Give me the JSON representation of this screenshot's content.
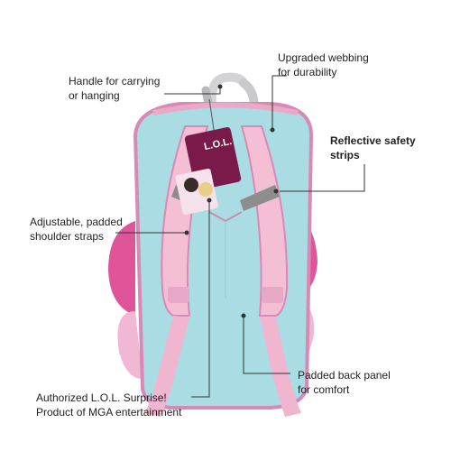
{
  "callouts": {
    "handle": {
      "line1": "Handle for carrying",
      "line2": "or hanging"
    },
    "webbing": {
      "line1": "Upgraded webbing",
      "line2": "for durability"
    },
    "reflective": {
      "line1": "Reflective safety",
      "line2": "strips"
    },
    "straps": {
      "line1": "Adjustable, padded",
      "line2": "shoulder straps"
    },
    "back_panel": {
      "line1": "Padded back panel",
      "line2": "for comfort"
    },
    "authorized": {
      "line1": "Authorized L.O.L. Surprise!",
      "line2": "Product of MGA entertainment"
    }
  },
  "tag": {
    "logo": "L.O.L."
  },
  "colors": {
    "bag_body": "#a9dde3",
    "straps": "#f4bfd4",
    "trim": "#d98ab4",
    "side_pocket": "#e0559a",
    "handle": "#c9c9cc",
    "reflective": "#8d8d8d",
    "tag": "#7a1a4a",
    "callout_line": "#333333"
  }
}
